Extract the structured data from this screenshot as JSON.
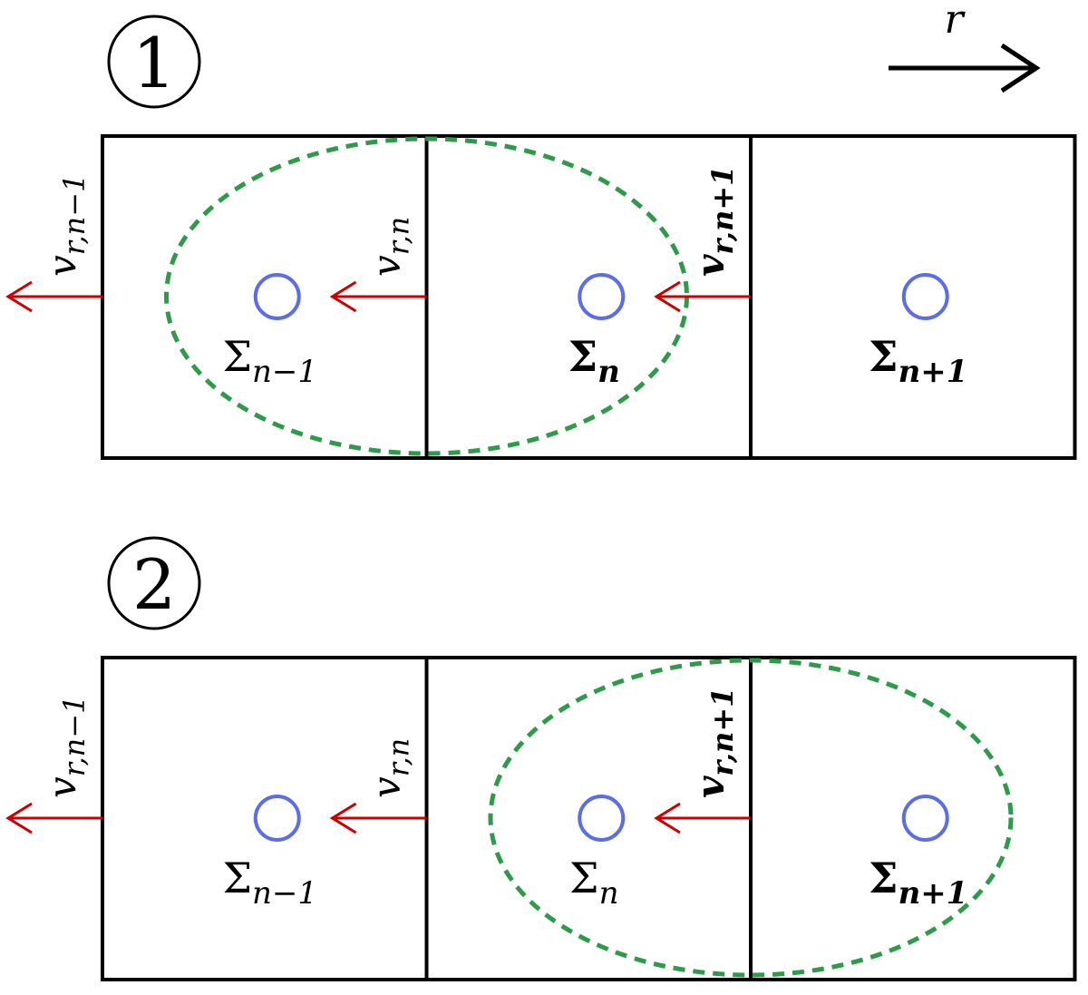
{
  "axis": {
    "label": "r"
  },
  "colors": {
    "cell_border": "#000000",
    "velocity_arrow": "#cc0000",
    "density_marker": "#5b6ee6",
    "stencil": "#2e9a4a"
  },
  "panels": [
    {
      "number": "1",
      "number_glyph": "①",
      "velocities": [
        {
          "text": "v",
          "sub": "r,n−1",
          "bold": false
        },
        {
          "text": "v",
          "sub": "r,n",
          "bold": false
        },
        {
          "text": "v",
          "sub": "r,n+1",
          "bold": true
        }
      ],
      "densities": [
        {
          "text": "Σ",
          "sub": "n−1",
          "bold": false
        },
        {
          "text": "Σ",
          "sub": "n",
          "bold": true
        },
        {
          "text": "Σ",
          "sub": "n+1",
          "bold": true
        }
      ],
      "stencil_cells": [
        "n−1",
        "n"
      ]
    },
    {
      "number": "2",
      "number_glyph": "②",
      "velocities": [
        {
          "text": "v",
          "sub": "r,n−1",
          "bold": false
        },
        {
          "text": "v",
          "sub": "r,n",
          "bold": false
        },
        {
          "text": "v",
          "sub": "r,n+1",
          "bold": true
        }
      ],
      "densities": [
        {
          "text": "Σ",
          "sub": "n−1",
          "bold": false
        },
        {
          "text": "Σ",
          "sub": "n",
          "bold": false
        },
        {
          "text": "Σ",
          "sub": "n+1",
          "bold": true
        }
      ],
      "stencil_cells": [
        "n",
        "n+1"
      ]
    }
  ]
}
